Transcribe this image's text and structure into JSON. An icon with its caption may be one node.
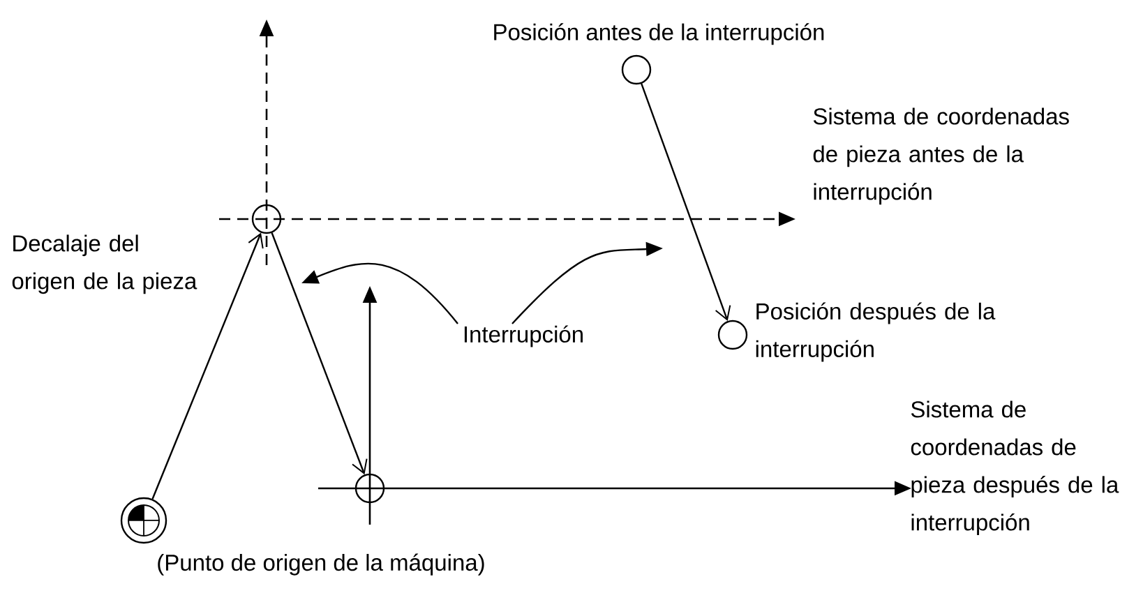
{
  "diagram": {
    "nodes": [
      {
        "text": [],
        "shape": "circle",
        "beside": [
          "(Punto de origen de la máquina)"
        ]
      },
      {
        "text": [],
        "shape": "circle"
      },
      {
        "text": [],
        "shape": "circle"
      },
      {
        "text": [],
        "shape": "circle",
        "beside": [
          "Posición antes de la interrupción"
        ]
      },
      {
        "text": [],
        "shape": "circle",
        "beside": [
          "Posición después de la interrupción"
        ]
      },
      {
        "text": [
          "Interrupción"
        ]
      }
    ],
    "edges": [
      {
        "from": 0,
        "to": 1,
        "arrow": "to"
      },
      {
        "from": 1,
        "to": 2,
        "arrow": "to"
      },
      {
        "from": 3,
        "to": 4,
        "arrow": "to"
      },
      {
        "from": 5,
        "to": null,
        "arrow": "to"
      },
      {
        "from": 5,
        "to": null,
        "arrow": "to"
      }
    ],
    "labels": [
      "Decalaje del origen de la pieza",
      "Sistema de coordenadas de pieza antes de la interrupción",
      "Sistema de coordenadas de pieza después de la interrupción"
    ]
  }
}
